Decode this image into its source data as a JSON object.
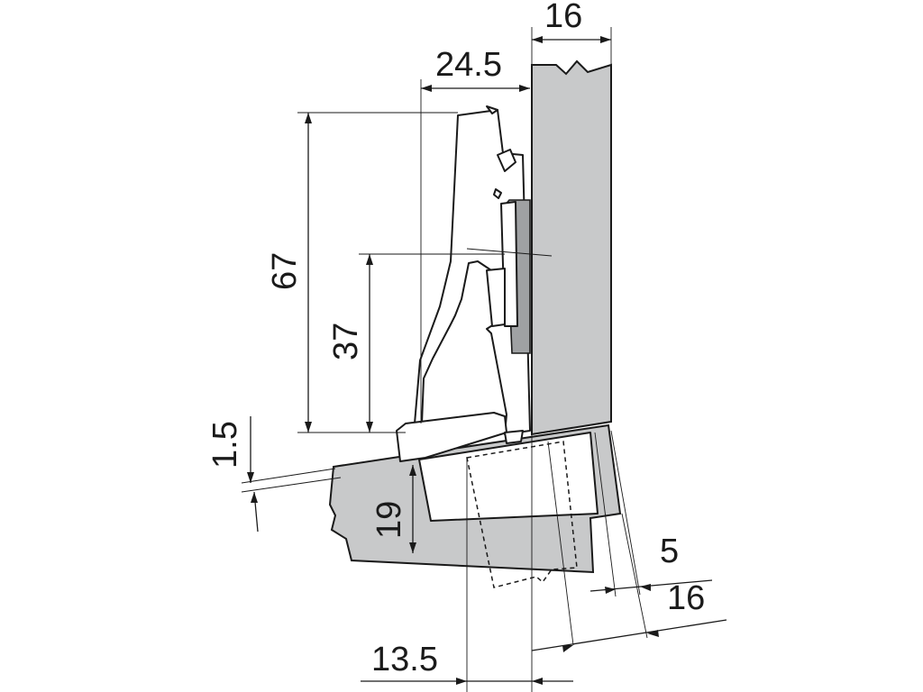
{
  "dimensions": {
    "panel_thickness": "16",
    "overlay_depth": "24.5",
    "hinge_cup_height": "67",
    "cup_center_height": "37",
    "gap": "1.5",
    "door_thickness": "19",
    "edge_distance": "5",
    "bore_offset": "16",
    "cup_distance": "13.5"
  }
}
